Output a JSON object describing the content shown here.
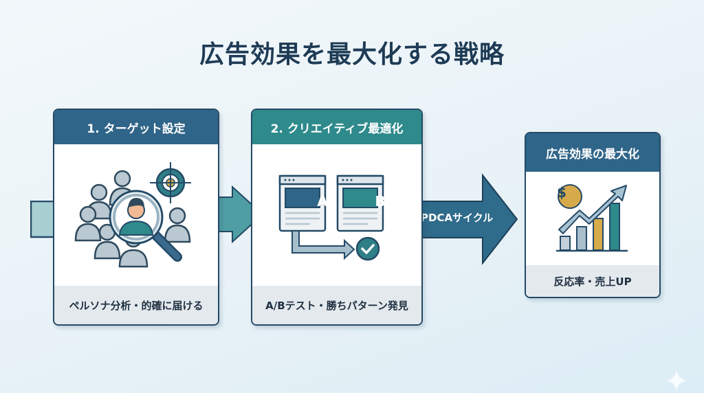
{
  "title": "広告効果を最大化する戦略",
  "steps": [
    {
      "header": "1. ターゲット設定",
      "footer": "ペルソナ分析・的確に届ける",
      "icon": "audience-magnifier-target-icon",
      "header_color": "#2f6588"
    },
    {
      "header": "2. クリエイティブ最適化",
      "footer": "A/Bテスト・勝ちパターン発見",
      "icon": "ab-test-icon",
      "header_color": "#2f8a8c",
      "variant_a": "A",
      "variant_b": "B"
    }
  ],
  "connector": {
    "label": "PDCAサイクル"
  },
  "result": {
    "header": "広告効果の最大化",
    "footer": "反応率・売上UP",
    "icon": "growth-chart-dollar-icon",
    "coin_symbol": "$"
  },
  "colors": {
    "navy": "#244a66",
    "blue_header": "#2f6588",
    "teal_header": "#2f8a8c",
    "teal_arrow": "#4f9ea3",
    "blue_arrow": "#2f6b8a",
    "gold": "#d6a94a",
    "gray_footer": "#e4e9ed"
  }
}
